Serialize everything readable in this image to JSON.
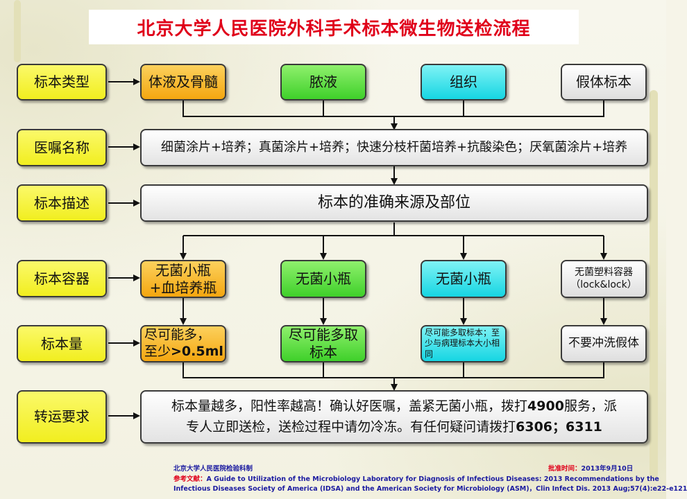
{
  "title": "北京大学人民医院外科手术标本微生物送检流程",
  "row_labels": {
    "specimen_type": "标本类型",
    "order_name": "医嘱名称",
    "specimen_desc": "标本描述",
    "container": "标本容器",
    "volume": "标本量",
    "transport": "转运要求"
  },
  "specimen_types": {
    "body_fluid": "体液及骨髓",
    "pus": "脓液",
    "tissue": "组织",
    "prosthesis": "假体标本"
  },
  "order_text": "细菌涂片+培养；真菌涂片+培养；快速分枝杆菌培养+抗酸染色；厌氧菌涂片+培养",
  "desc_text": "标本的准确来源及部位",
  "containers": {
    "body_fluid": "无菌小瓶+血培养瓶",
    "pus": "无菌小瓶",
    "tissue": "无菌小瓶",
    "prosthesis_line1": "无菌塑料容器",
    "prosthesis_line2": "（lock&lock）"
  },
  "volumes": {
    "body_fluid_line1": "尽可能多，",
    "body_fluid_line2_prefix": "至少",
    "body_fluid_line2_bold": ">0.5ml",
    "pus": "尽可能多取标本",
    "tissue": "尽可能多取标本；至少与病理标本大小相同",
    "prosthesis": "不要冲洗假体"
  },
  "transport": {
    "line1_a": "标本量越多，阳性率越高！确认好医嘱，盖紧无菌小瓶，拨打",
    "line1_b": "4900",
    "line1_c": "服务，派",
    "line2_a": "专人立即送检，送检过程中请勿冷冻。有任何疑问请拨打",
    "line2_b": "6306；6311"
  },
  "footer": {
    "dept": "北京大学人民医院检验科制",
    "approval_label": "批准时间：",
    "approval_date": "2013年9月10日",
    "ref_label": "参考文献：",
    "ref_line1": "A Guide to Utilization of the Microbiology Laboratory for Diagnosis of Infectious Diseases: 2013 Recommendations by the",
    "ref_line2": "Infectious Diseases Society of America (IDSA) and the American Society for Microbiology (ASM)，Clin Infect Dis. 2013 Aug;57(4):e22-e121"
  },
  "colors": {
    "title_red": "#e0001a",
    "label_yellow": "#f1ee1f",
    "body_fluid_orange": "#f4a610",
    "pus_green": "#3fd02a",
    "tissue_cyan": "#16d5e2",
    "prosthesis_gray": "#dedede",
    "footer_blue": "#1a1aa0"
  }
}
